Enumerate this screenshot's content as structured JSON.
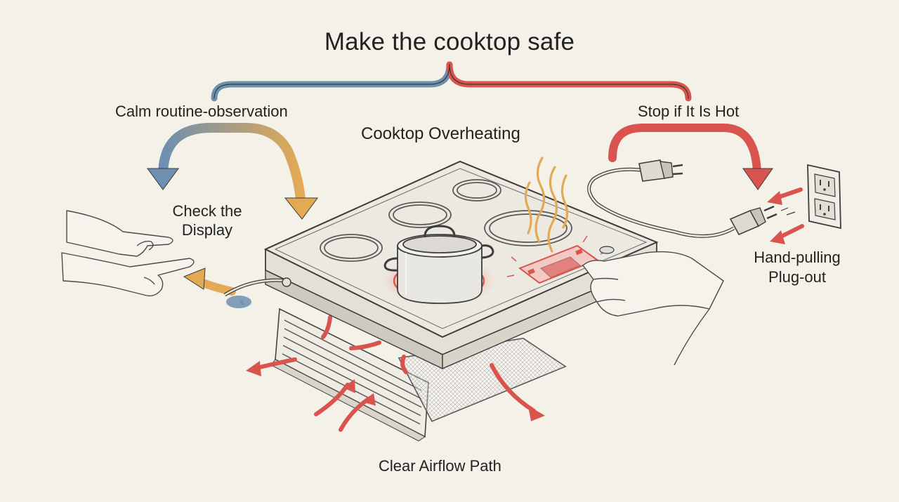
{
  "title": "Make the cooktop safe",
  "branches": {
    "left": {
      "label": "Calm routine-observation",
      "color": "#6d8fb0",
      "accent": "#e3aa55"
    },
    "right": {
      "label": "Stop if It Is Hot",
      "color": "#d9544f"
    }
  },
  "labels": {
    "center": "Cooktop Overheating",
    "check_display": [
      "Check the",
      "Display"
    ],
    "plug_out": [
      "Hand-pulling",
      "Plug-out"
    ],
    "airflow": "Clear Airflow Path"
  },
  "icons": [
    "hand-icon",
    "pot-icon",
    "heat-waves-icon",
    "plug-icon",
    "wall-outlet-icon",
    "control-panel-icon",
    "vent-grille-icon",
    "filter-mesh-icon"
  ],
  "colors": {
    "background": "#f4f1e9",
    "ink": "#3a3a3a",
    "hot_red": "#d9544f",
    "blue": "#6d8fb0",
    "amber": "#e3aa55"
  }
}
